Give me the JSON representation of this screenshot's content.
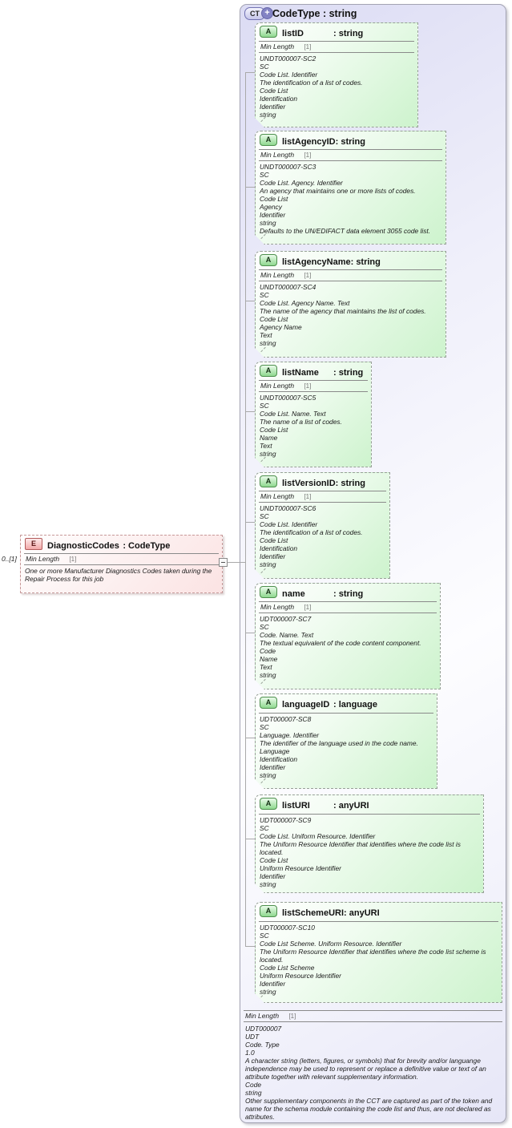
{
  "colors": {
    "attribute_fill": "#cdf3cd",
    "attribute_border": "#97a097",
    "element_fill": "#fbe3e3",
    "element_border": "#c79a9a",
    "container_fill": "#dcdcf4",
    "badge_attribute": "#8ed88e",
    "badge_element": "#f2a8a8",
    "badge_complextype": "#8383c4"
  },
  "root": {
    "badge": "CT",
    "badge_plus": "+",
    "title": "CodeType : string",
    "facet_label": "Min Length",
    "facet_value": "[1]",
    "details": [
      "UDT000007",
      "UDT",
      "Code. Type",
      "1.0",
      "A character string (letters, figures, or symbols) that for brevity and/or languange independence may be used to represent or replace a definitive value or text of an attribute together with relevant supplementary information.",
      "Code",
      "string",
      "Other supplementary components in the CCT are captured as part of the token and name for the schema module containing the code list and thus, are not declared as attributes."
    ]
  },
  "element": {
    "badge": "E",
    "name": "DiagnosticCodes",
    "type": ": CodeType",
    "cardinality": "0..[1]",
    "facet_label": "Min Length",
    "facet_value": "[1]",
    "description": "One or more Manufacturer Diagnostics Codes taken during the Repair Process for this job"
  },
  "attributes": [
    {
      "badge": "A",
      "name": "listID",
      "type": ": string",
      "facet_label": "Min Length",
      "facet_value": "[1]",
      "lines": [
        "UNDT000007-SC2",
        "SC",
        "Code List. Identifier",
        "The identification of a list of codes.",
        "Code List",
        "Identification",
        "Identifier",
        "string"
      ]
    },
    {
      "badge": "A",
      "name": "listAgencyID",
      "type": ": string",
      "facet_label": "Min Length",
      "facet_value": "[1]",
      "lines": [
        "UNDT000007-SC3",
        "SC",
        "Code List. Agency. Identifier",
        "An agency that maintains one or more lists of codes.",
        "Code List",
        "Agency",
        "Identifier",
        "string",
        "Defaults to the UN/EDIFACT data element 3055 code list."
      ]
    },
    {
      "badge": "A",
      "name": "listAgencyName",
      "type": ": string",
      "facet_label": "Min Length",
      "facet_value": "[1]",
      "lines": [
        "UNDT000007-SC4",
        "SC",
        "Code List. Agency Name. Text",
        "The name of the agency that maintains the list of codes.",
        "Code List",
        "Agency Name",
        "Text",
        "string"
      ]
    },
    {
      "badge": "A",
      "name": "listName",
      "type": ": string",
      "facet_label": "Min Length",
      "facet_value": "[1]",
      "lines": [
        "UNDT000007-SC5",
        "SC",
        "Code List. Name. Text",
        "The name of a list of codes.",
        "Code List",
        "Name",
        "Text",
        "string"
      ]
    },
    {
      "badge": "A",
      "name": "listVersionID",
      "type": ": string",
      "facet_label": "Min Length",
      "facet_value": "[1]",
      "lines": [
        "UNDT000007-SC6",
        "SC",
        "Code List. Identifier",
        "The identification of a list of codes.",
        "Code List",
        "Identification",
        "Identifier",
        "string"
      ]
    },
    {
      "badge": "A",
      "name": "name",
      "type": ": string",
      "facet_label": "Min Length",
      "facet_value": "[1]",
      "lines": [
        "UDT000007-SC7",
        "SC",
        "Code. Name. Text",
        "The textual equivalent of the code content component.",
        "Code",
        "Name",
        "Text",
        "string"
      ]
    },
    {
      "badge": "A",
      "name": "languageID",
      "type": ": language",
      "lines": [
        "UDT000007-SC8",
        "SC",
        "Language. Identifier",
        "The identifier of the language used in the code name.",
        "Language",
        "Identification",
        "Identifier",
        "string"
      ]
    },
    {
      "badge": "A",
      "name": "listURI",
      "type": ": anyURI",
      "lines": [
        "UDT000007-SC9",
        "SC",
        "Code List. Uniform Resource. Identifier",
        "The Uniform Resource Identifier that identifies where the code list is located.",
        "Code List",
        "Uniform Resource Identifier",
        "Identifier",
        "string"
      ]
    },
    {
      "badge": "A",
      "name": "listSchemeURI",
      "type": ": anyURI",
      "lines": [
        "UDT000007-SC10",
        "SC",
        "Code List Scheme. Uniform Resource. Identifier",
        "The Uniform Resource Identifier that identifies where the code list scheme is located.",
        "Code List Scheme",
        "Uniform Resource Identifier",
        "Identifier",
        "string"
      ]
    }
  ]
}
